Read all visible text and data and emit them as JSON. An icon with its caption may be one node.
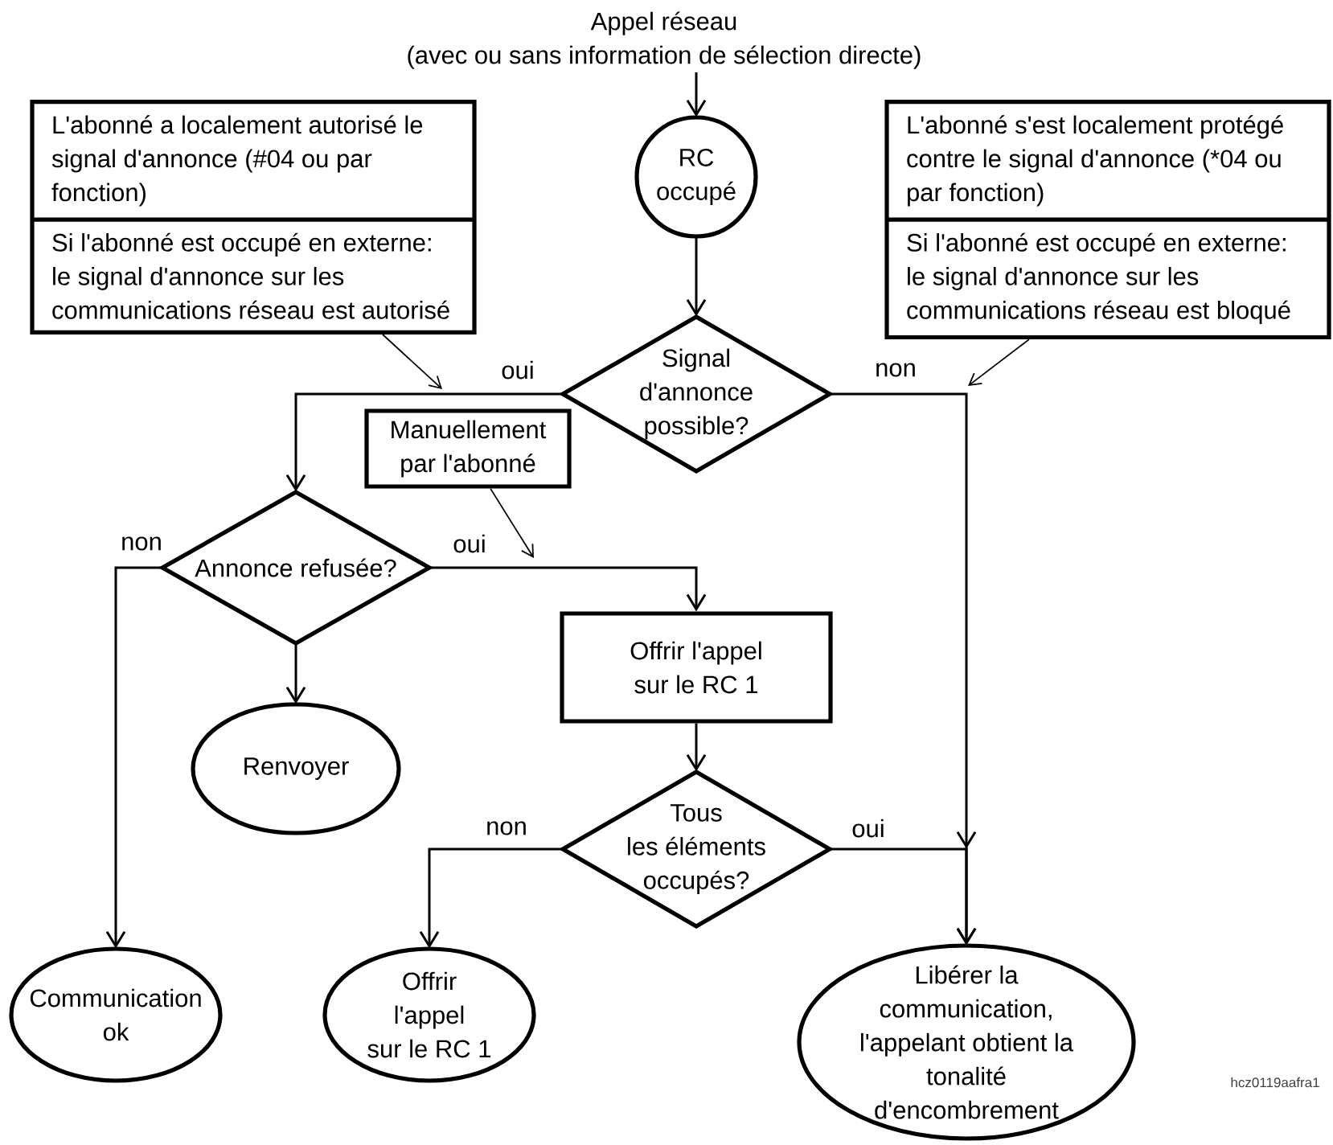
{
  "diagram": {
    "nodes": [
      {
        "text": [
          "Appel réseau",
          "(avec ou sans information de sélection directe)"
        ]
      },
      {
        "text": [
          "L'abonné a localement autorisé le signal d'annonce (#04 ou par fonction)",
          "Si l'abonné est occupé en externe: le signal d'annonce sur les communications réseau est autorisé"
        ]
      },
      {
        "text": [
          "RC occupé"
        ]
      },
      {
        "text": [
          "L'abonné s'est localement protégé contre le signal d'annonce (*04 ou par fonction)",
          "Si l'abonné est occupé en externe: le signal d'annonce sur les communications réseau est bloqué"
        ]
      },
      {
        "text": [
          "Signal d'annonce possible?"
        ]
      },
      {
        "text": [
          "Manuellement par l'abonné"
        ]
      },
      {
        "text": [
          "Annonce refusée?"
        ]
      },
      {
        "text": [
          "Offrir l'appel sur le RC 1"
        ]
      },
      {
        "text": [
          "Renvoyer"
        ]
      },
      {
        "text": [
          "Tous les éléments occupés?"
        ]
      },
      {
        "text": [
          "Communication ok"
        ]
      },
      {
        "text": [
          "Offrir l'appel sur le RC 1"
        ]
      },
      {
        "text": [
          "Libérer la communication, l'appelant obtient la tonalité d'encombrement"
        ]
      }
    ],
    "edges": [
      {
        "from": 0,
        "to": 2,
        "arrow": "to"
      },
      {
        "from": 2,
        "to": 4,
        "arrow": "to"
      },
      {
        "from": 4,
        "to": 6,
        "arrow": "to",
        "label": "oui"
      },
      {
        "from": 4,
        "to": 12,
        "arrow": "to",
        "label": "non"
      },
      {
        "from": 1,
        "to": null,
        "arrow": "to"
      },
      {
        "from": 3,
        "to": null,
        "arrow": "to"
      },
      {
        "from": 6,
        "to": 10,
        "arrow": "to",
        "label": "non"
      },
      {
        "from": 6,
        "to": 7,
        "arrow": "to",
        "label": "oui"
      },
      {
        "from": 5,
        "to": null,
        "arrow": "to"
      },
      {
        "from": 6,
        "to": 8,
        "arrow": "to"
      },
      {
        "from": 7,
        "to": 9,
        "arrow": "to"
      },
      {
        "from": 9,
        "to": 11,
        "arrow": "to",
        "label": "non"
      },
      {
        "from": 9,
        "to": 12,
        "arrow": "to",
        "label": "oui"
      }
    ],
    "labels": [
      "hcz0119aafra1"
    ]
  }
}
